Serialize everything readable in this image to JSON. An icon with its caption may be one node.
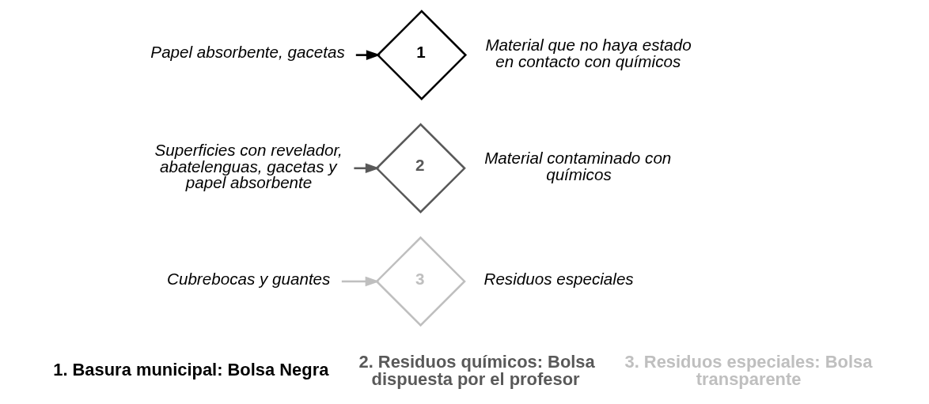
{
  "diagram": {
    "nodes": [
      {
        "text": [
          "Papel absorbente, gacetas"
        ]
      },
      {
        "text": [
          "1"
        ],
        "beside": [
          "Material que no haya estado en contacto con químicos"
        ]
      },
      {
        "text": [
          "Superficies con revelador, abatelenguas, gacetas y papel absorbente"
        ]
      },
      {
        "text": [
          "2"
        ],
        "beside": [
          "Material contaminado con químicos"
        ]
      },
      {
        "text": [
          "Cubrebocas y guantes"
        ]
      },
      {
        "text": [
          "3"
        ],
        "beside": [
          "Residuos especiales"
        ]
      }
    ],
    "edges": [
      {
        "from": 0,
        "to": 1,
        "arrow": "to"
      },
      {
        "from": 2,
        "to": 3,
        "arrow": "to",
        "color": "#595959"
      },
      {
        "from": 4,
        "to": 5,
        "arrow": "to",
        "color": "#bfbfbf"
      }
    ],
    "labels": [
      "1. Basura municipal: Bolsa Negra",
      "2. Residuos químicos: Bolsa dispuesta por el profesor",
      "3. Residuos especiales: Bolsa transparente"
    ]
  }
}
